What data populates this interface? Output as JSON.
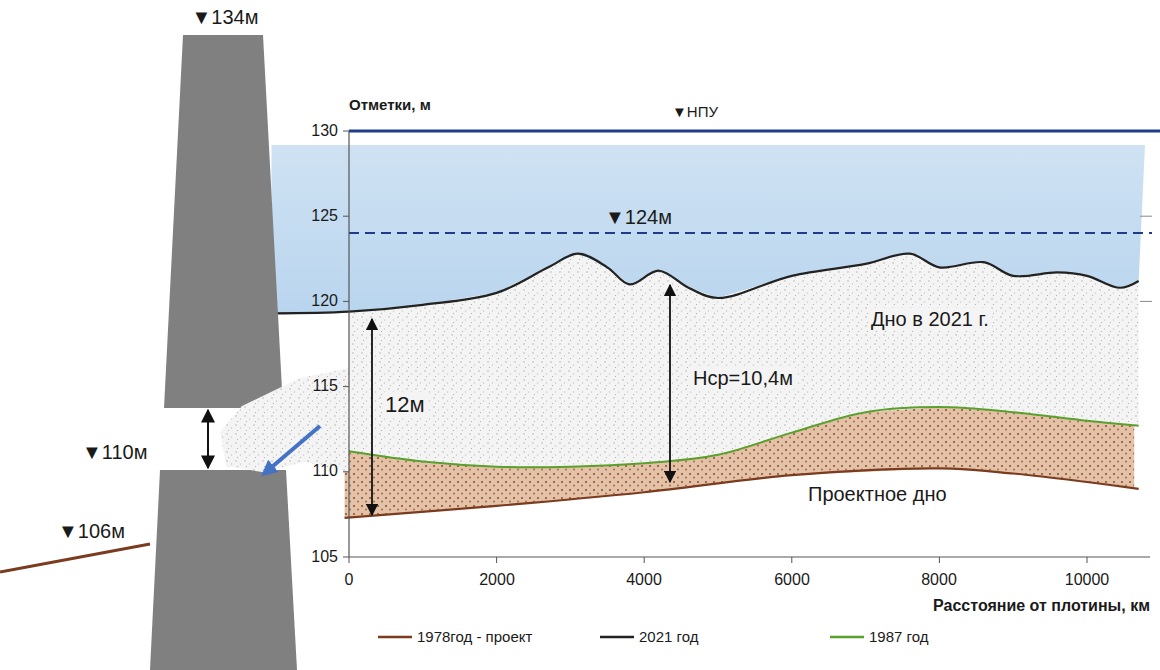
{
  "diagram": {
    "labels": [
      "▼134м",
      "Отметки, м",
      "▼НПУ",
      "130",
      "125",
      "120",
      "115",
      "110",
      "105",
      "▼124м",
      "Дно в 2021 г.",
      "Нср=10,4м",
      "12м",
      "▼110м",
      "Проектное дно",
      "▼106м",
      "0",
      "2000",
      "4000",
      "6000",
      "8000",
      "10000",
      "Расстояние от плотины, км"
    ],
    "legend": [
      {
        "text": "1978год - проект"
      },
      {
        "text": "2021 год"
      },
      {
        "text": "1987 год"
      }
    ]
  }
}
